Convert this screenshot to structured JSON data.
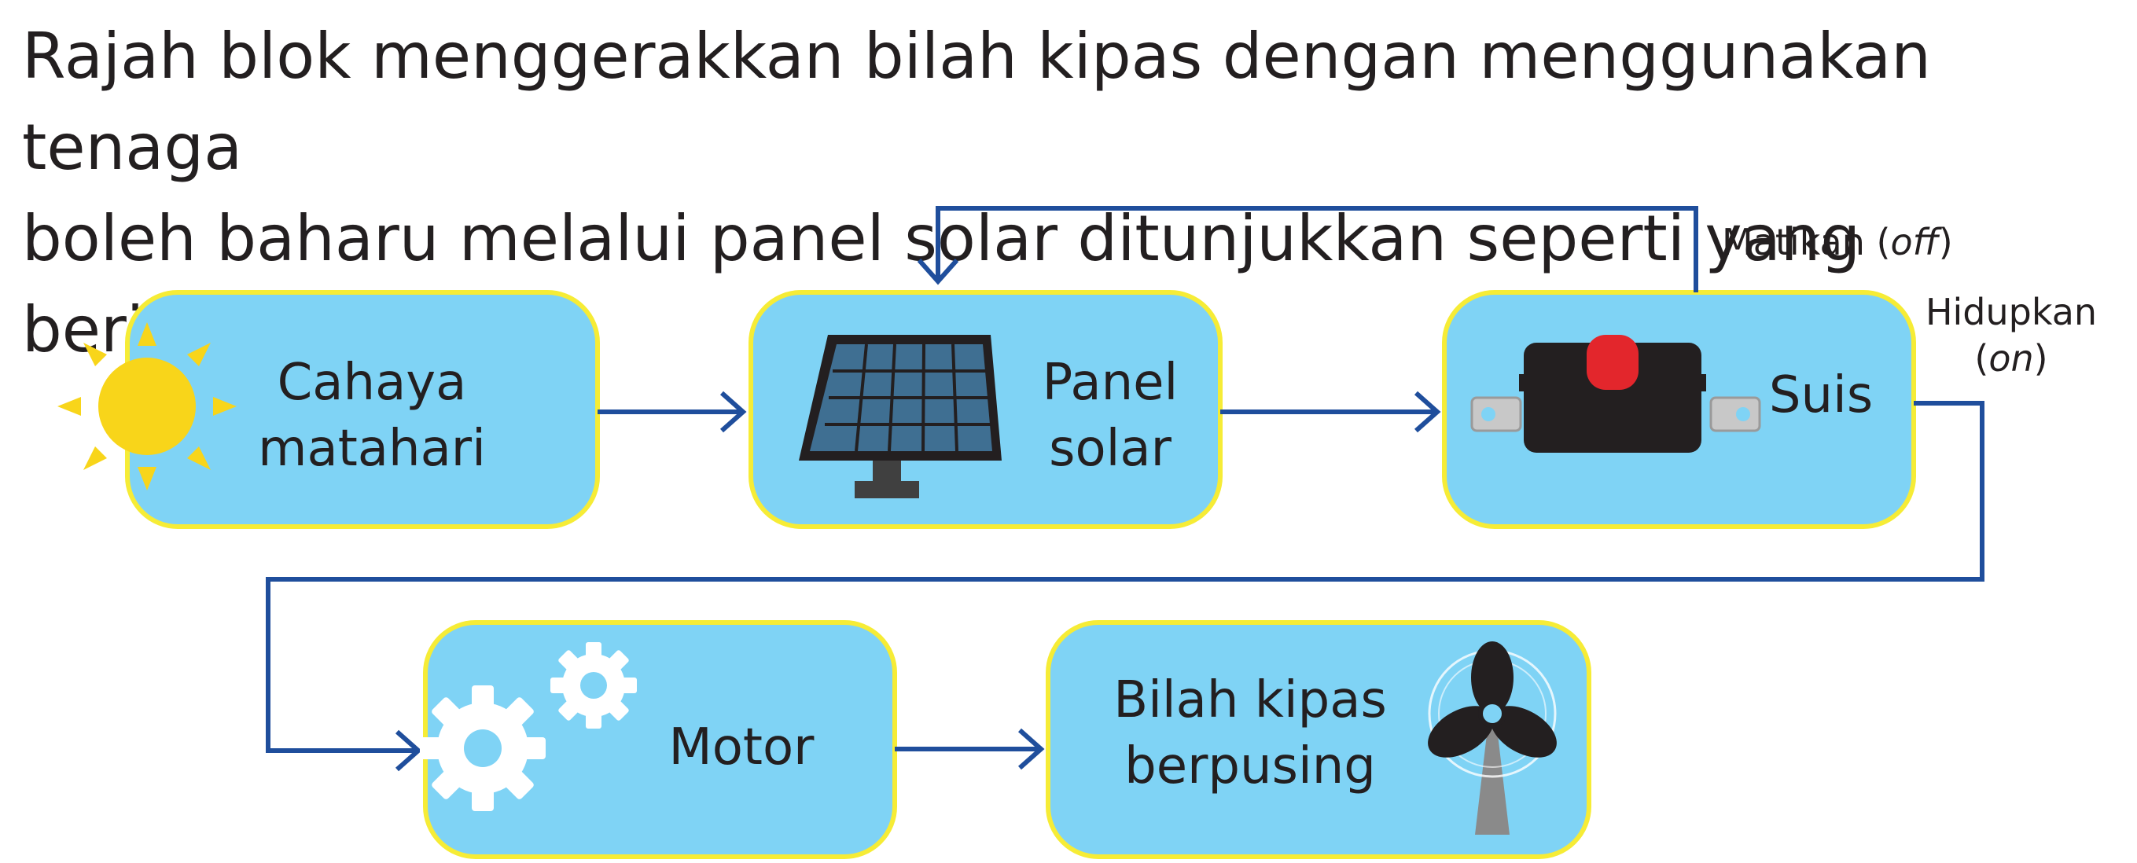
{
  "question": {
    "line1": "Rajah blok menggerakkan bilah kipas dengan menggunakan tenaga",
    "line2": "boleh baharu melalui panel solar ditunjukkan seperti yang berikut:"
  },
  "blocks": {
    "sun": {
      "line1": "Cahaya",
      "line2": "matahari",
      "icon": "sun-icon"
    },
    "panel": {
      "line1": "Panel",
      "line2": "solar",
      "icon": "solar-panel-icon"
    },
    "switch": {
      "line1": "Suis",
      "icon": "switch-icon"
    },
    "motor": {
      "line1": "Motor",
      "icon": "gears-icon"
    },
    "fan": {
      "line1": "Bilah kipas",
      "line2": "berpusing",
      "icon": "fan-icon"
    }
  },
  "labels": {
    "off_main": "Matikan (",
    "off_italic": "off",
    "off_close": ")",
    "on_line1": "Hidupkan",
    "on_open": "(",
    "on_italic": "on",
    "on_close": ")"
  },
  "colors": {
    "box_fill": "#7fd3f5",
    "box_border": "#f6ec36",
    "arrow": "#1f4e9c",
    "sun": "#f8d51a",
    "switch_button": "#e3262c"
  }
}
